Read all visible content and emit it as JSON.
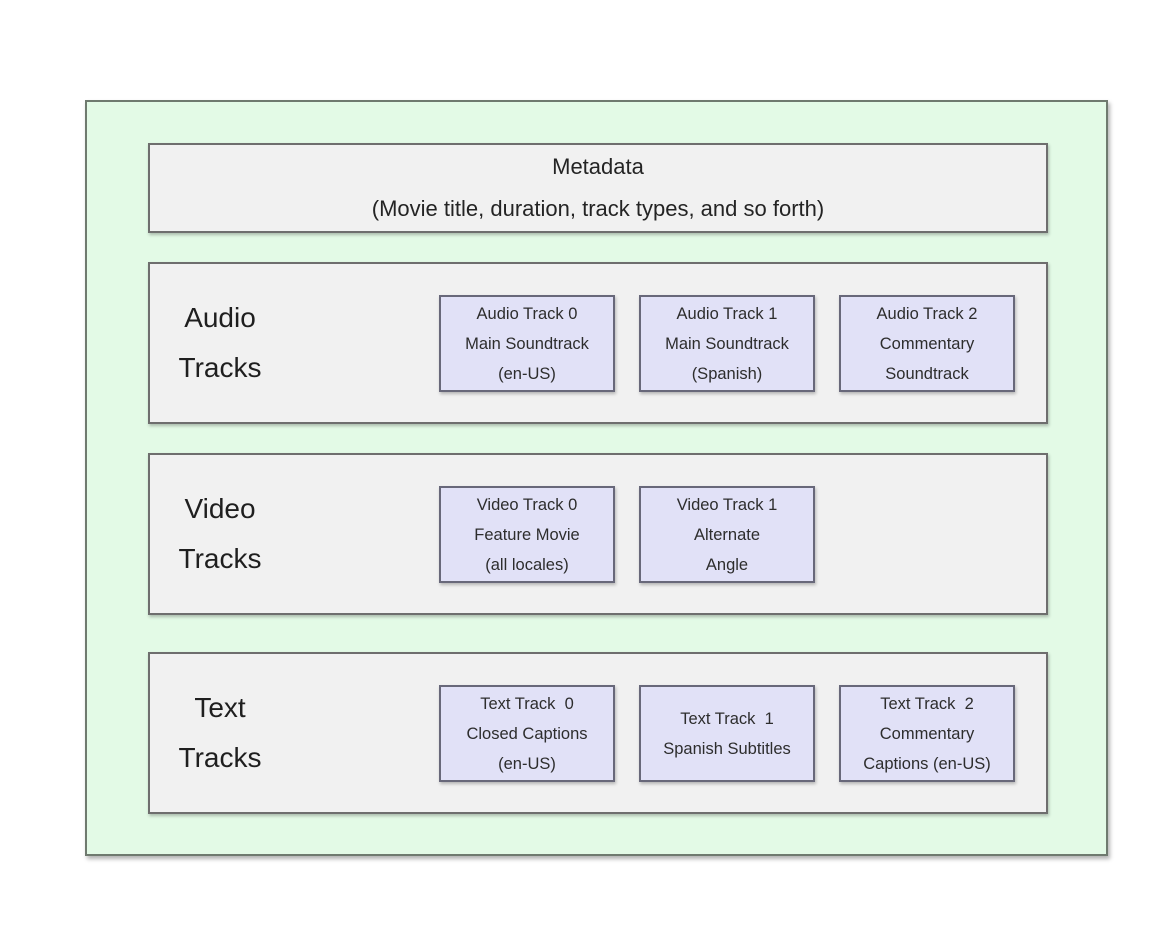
{
  "diagram": {
    "metadata": {
      "title": "Metadata",
      "subtitle": "(Movie title, duration, track types, and so forth)"
    },
    "sections": [
      {
        "id": "audio-tracks",
        "label": [
          "Audio",
          "Tracks"
        ],
        "tracks": [
          {
            "lines": [
              "Audio Track 0",
              "Main Soundtrack",
              "(en-US)"
            ]
          },
          {
            "lines": [
              "Audio Track 1",
              "Main Soundtrack",
              "(Spanish)"
            ]
          },
          {
            "lines": [
              "Audio Track 2",
              "Commentary",
              "Soundtrack"
            ]
          }
        ]
      },
      {
        "id": "video-tracks",
        "label": [
          "Video",
          "Tracks"
        ],
        "tracks": [
          {
            "lines": [
              "Video Track 0",
              "Feature Movie",
              "(all locales)"
            ]
          },
          {
            "lines": [
              "Video Track 1",
              "Alternate",
              "Angle"
            ]
          }
        ]
      },
      {
        "id": "text-tracks",
        "label": [
          "Text",
          "Tracks"
        ],
        "tracks": [
          {
            "lines": [
              "Text Track  0",
              "Closed Captions",
              "(en-US)"
            ]
          },
          {
            "lines": [
              "Text Track  1",
              "Spanish Subtitles"
            ]
          },
          {
            "lines": [
              "Text Track  2",
              "Commentary",
              "Captions (en-US)"
            ]
          }
        ]
      }
    ],
    "colors": {
      "container_fill": "#e3fae6",
      "container_border": "#6f7a6f",
      "panel_fill": "#f1f1f1",
      "panel_border": "#6e6e6e",
      "track_fill": "#e1e1f7",
      "track_border": "#68687a",
      "text": "#2d2d2d"
    }
  }
}
